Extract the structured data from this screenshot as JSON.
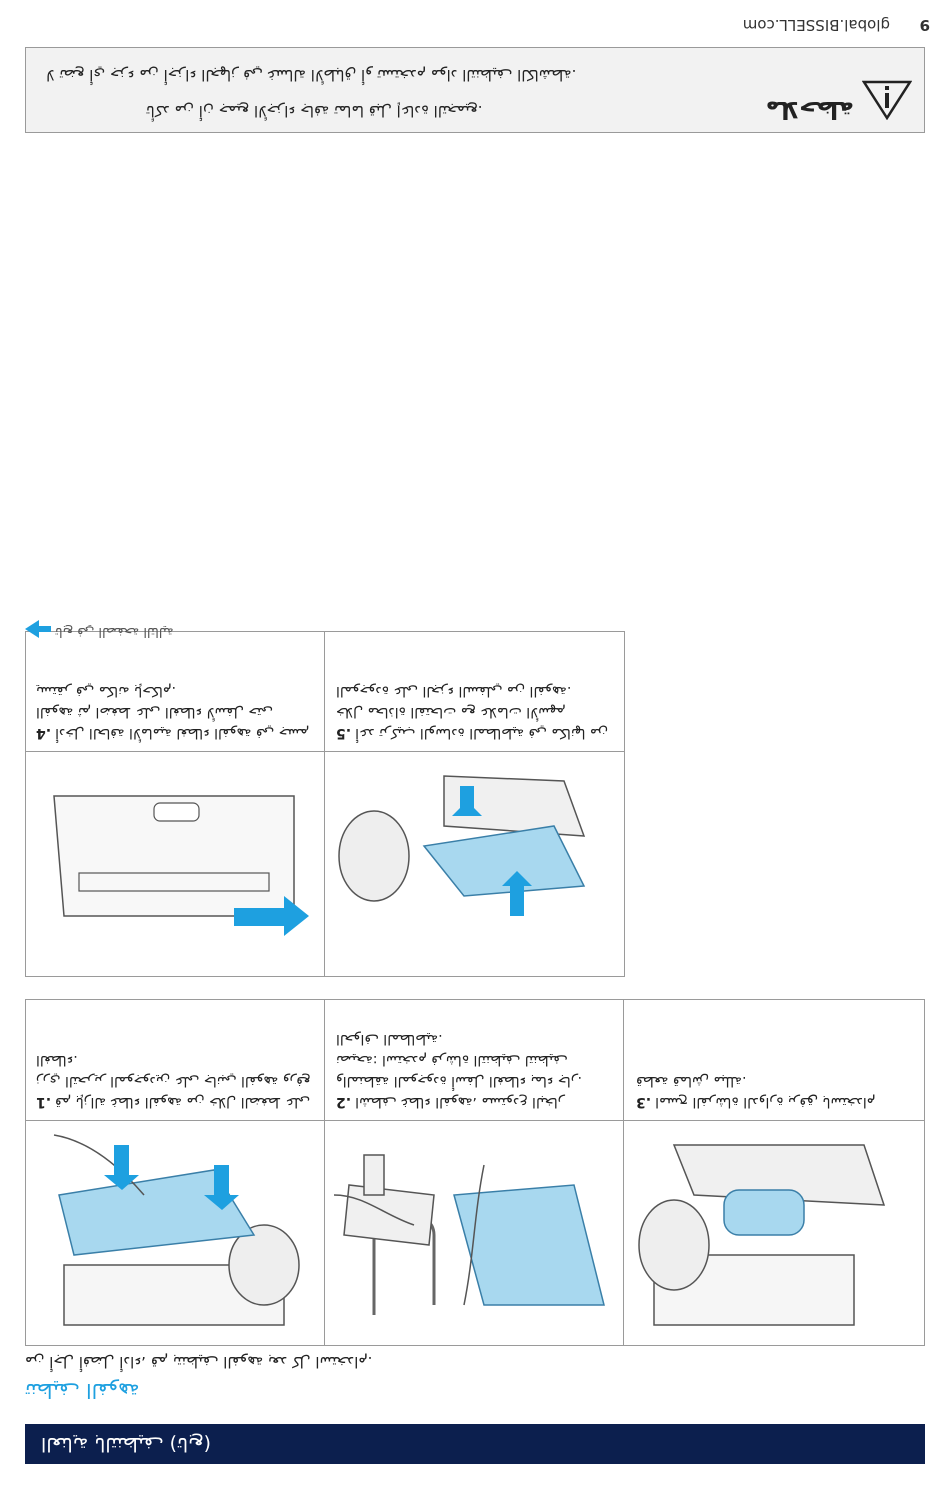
{
  "header": {
    "title": "العناية بالتنظيف (تابع)"
  },
  "section": {
    "title": "تنظيف الفوهة",
    "description": "من أجل أفضل أداء، قم بتنظيف الفوهة بعد كل استخدام."
  },
  "steps_top": [
    {
      "num": "1.",
      "text": "قم بإزالة غطاء الفوهة من خلال الضغط على زري التحرير الموجودين على جانبي الفوهة ورفع الغطاء."
    },
    {
      "num": "2.",
      "text": "اشطف غطاء الفوهة، مستودع البخار والمنطقة الموجودة أسفل الغطاء بماء جار. نصيحة: استخدم فرشاة التنظيف لتنظيف الحواف المطاطية."
    },
    {
      "num": "3.",
      "text": "امسح الفرشاة الدوارة برفق باستخدام قطعة قماش مبللة."
    }
  ],
  "steps_bottom": [
    {
      "num": "4.",
      "text": "أدخل الحافة الأمامية لغطاء الفوهة في جسم الفوهة ثم اضغط على الغطاء لأسفل حتى يستقر في مكانه بإحكام."
    },
    {
      "num": "5.",
      "text": "أعد تركيب الوسادة المطاطية في مكانها من خلال محاذاة الفتحات مع علامات الأسهم الموجودة على الجزء السفلي من الفوهة."
    }
  ],
  "continue": {
    "label": "تابع في الصفحة التالية"
  },
  "note": {
    "title": "ملاحظة",
    "line1": "تأكد من أن جميع الأجزاء جافة تماما قبل إعادة التجميع.",
    "line2": "لا تضع أي جزء من أجزاء الجهاز في غسالة الأطباق أو تستخدم مواد التنظيف الكاشطة."
  },
  "footer": {
    "url": "global.BISSELL.com",
    "page": "9"
  },
  "colors": {
    "header_bg": "#0c1f4e",
    "accent": "#1ea0e0",
    "illus_blue": "#a8d8ef"
  }
}
